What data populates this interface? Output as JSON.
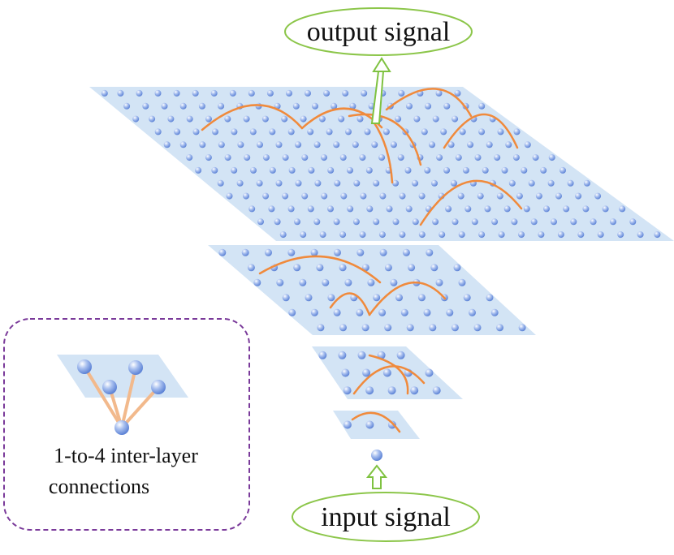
{
  "labels": {
    "output": "output signal",
    "input": "input signal",
    "legend_line1": "1-to-4 inter-layer",
    "legend_line2": "connections"
  },
  "colors": {
    "plane": "#d3e4f5",
    "node": "#7b9fe0",
    "arc": "#f08a3c",
    "pill_border": "#8cc64a",
    "arrow": "#7fc241",
    "legend_border": "#7a3a9a",
    "legend_link": "#f2b98c"
  },
  "layers": [
    {
      "name": "layer-1",
      "rows": 1,
      "cols": 3
    },
    {
      "name": "layer-2",
      "rows": 3,
      "cols": 5
    },
    {
      "name": "layer-3",
      "rows": 6,
      "cols": 10
    },
    {
      "name": "layer-4",
      "rows": 12,
      "cols": 20
    }
  ]
}
